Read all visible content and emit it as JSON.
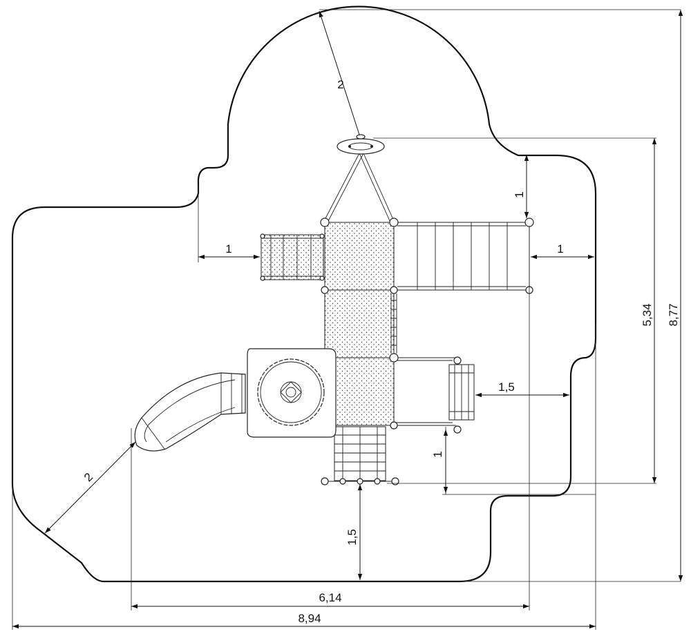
{
  "dimensions": {
    "total_width": "8,94",
    "equipment_width": "6,14",
    "total_height": "8,77",
    "equipment_height": "5,34",
    "clearance_left_ladder": "1",
    "clearance_right_bridge": "1",
    "clearance_top_bridge": "1",
    "clearance_climber_side": "1,5",
    "clearance_climber_bottom": "1",
    "clearance_net_bottom": "1,5",
    "radius_top": "2",
    "radius_slide": "2"
  }
}
